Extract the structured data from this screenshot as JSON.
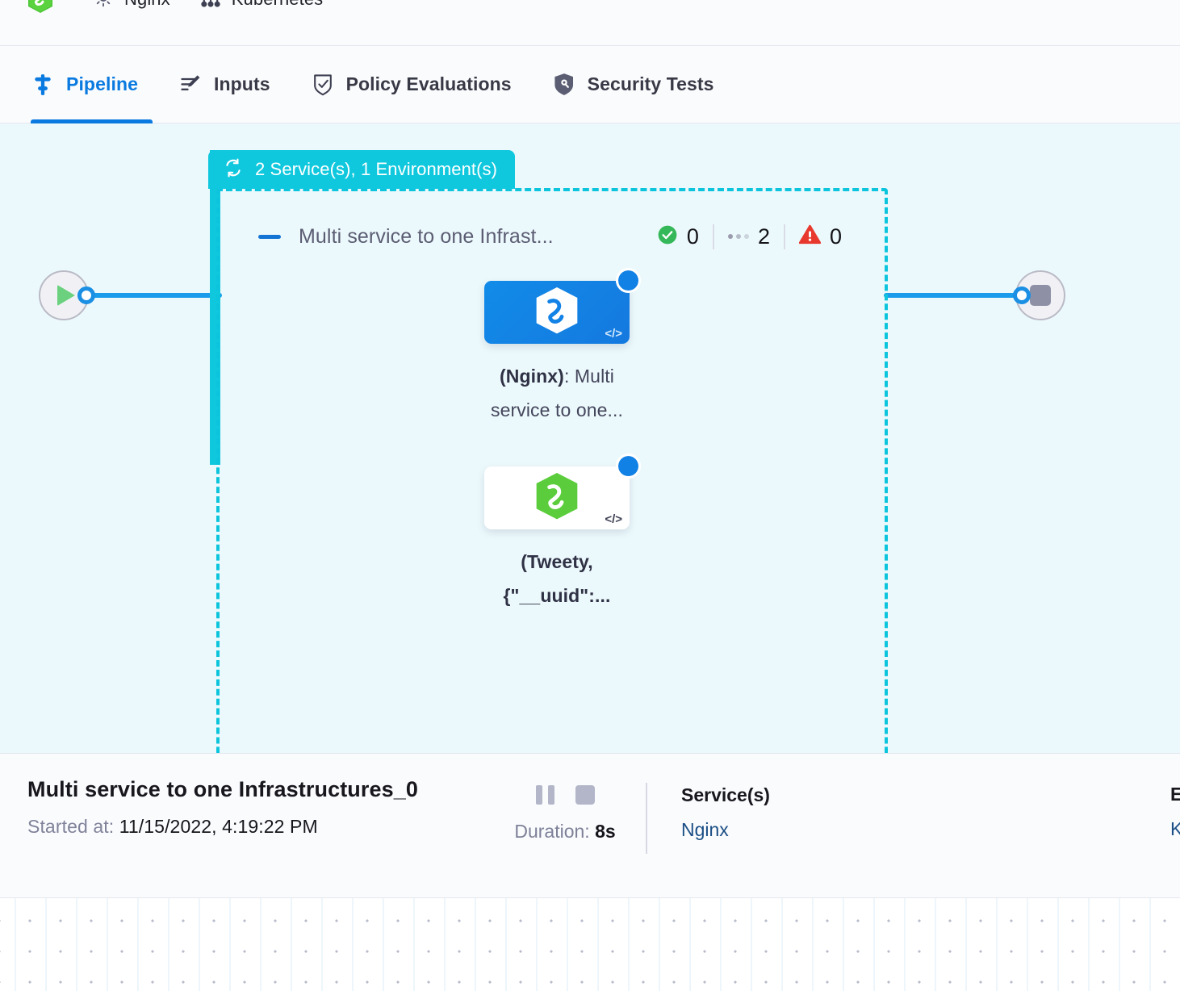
{
  "breadcrumb": {
    "items": [
      {
        "icon": "harness-hexagon-logo",
        "label": ""
      },
      {
        "icon": "gear-icon",
        "label": "Nginx"
      },
      {
        "icon": "infrastructure-icon",
        "label": "Kubernetes"
      }
    ]
  },
  "tabs": [
    {
      "id": "pipeline",
      "label": "Pipeline",
      "icon": "pipeline-icon",
      "active": true
    },
    {
      "id": "inputs",
      "label": "Inputs",
      "icon": "inputs-icon",
      "active": false
    },
    {
      "id": "policy",
      "label": "Policy Evaluations",
      "icon": "policy-shield-check-icon",
      "active": false
    },
    {
      "id": "security",
      "label": "Security Tests",
      "icon": "security-shield-icon",
      "active": false
    }
  ],
  "canvas": {
    "start_node": {
      "name": "start-node",
      "icon": "play-icon"
    },
    "end_node": {
      "name": "end-node",
      "icon": "stop-icon"
    },
    "group": {
      "badge_icon": "matrix-loop-icon",
      "badge_label": "2 Service(s), 1 Environment(s)",
      "stage": {
        "collapse_icon": "collapse-minus-icon",
        "title": "Multi service to one Infrast...",
        "stats": [
          {
            "icon": "success-check-icon",
            "value": "0",
            "color": "#35b859"
          },
          {
            "icon": "running-dots-icon",
            "value": "2",
            "color": "#9a9cad"
          },
          {
            "icon": "warning-triangle-icon",
            "value": "0",
            "color": "#e8392f"
          }
        ]
      },
      "nodes": [
        {
          "id": "node-a",
          "icon": "harness-hexagon-white-icon",
          "code_glyph": "</>",
          "status_icon": "running-spinner-icon",
          "selected": true,
          "label_bold": "(Nginx)",
          "label_rest": ": Multi service to one..."
        },
        {
          "id": "node-b",
          "icon": "harness-hexagon-green-icon",
          "code_glyph": "</>",
          "status_icon": "running-spinner-icon",
          "selected": false,
          "label_bold": "(Tweety, {\"__uuid\":...",
          "label_rest": ""
        }
      ]
    }
  },
  "detail": {
    "title": "Multi service to one Infrastructures_0",
    "started_label": "Started at:",
    "started_value": "11/15/2022, 4:19:22 PM",
    "pause_icon": "pause-icon",
    "stop_icon": "stop-icon",
    "duration_label": "Duration:",
    "duration_value": "8s",
    "services_head": "Service(s)",
    "services_value": "Nginx",
    "environments_head": "Envi",
    "environments_value": "Kub"
  },
  "colors": {
    "accent_blue": "#0a7ae0",
    "group_teal": "#0fc8de",
    "canvas_bg": "#ecf9fc",
    "success_green": "#35b859",
    "error_red": "#e8392f",
    "link_navy": "#1b4f85"
  }
}
